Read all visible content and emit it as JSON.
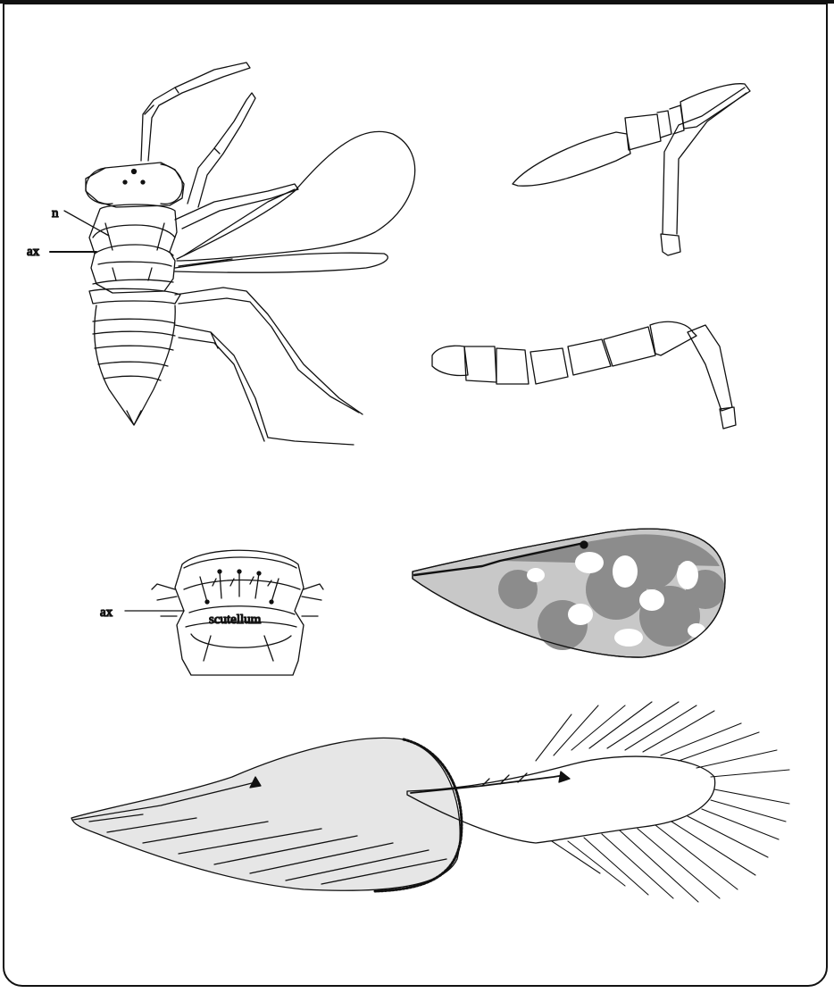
{
  "labels": {
    "notaulus": "n",
    "axilla_top": "ax",
    "axilla_bottom": "ax",
    "scutellum": "scutellum"
  },
  "figures": [
    {
      "name": "whole-insect-dorsal"
    },
    {
      "name": "antenna-clavate"
    },
    {
      "name": "antenna-segmented"
    },
    {
      "name": "mesosoma-detail"
    },
    {
      "name": "forewing-mottled"
    },
    {
      "name": "forewing-setose"
    },
    {
      "name": "forewing-fringed"
    }
  ],
  "colors": {
    "ink": "#111111",
    "mottle_dark": "#8c8c8c",
    "mottle_light": "#c8c8c8"
  }
}
